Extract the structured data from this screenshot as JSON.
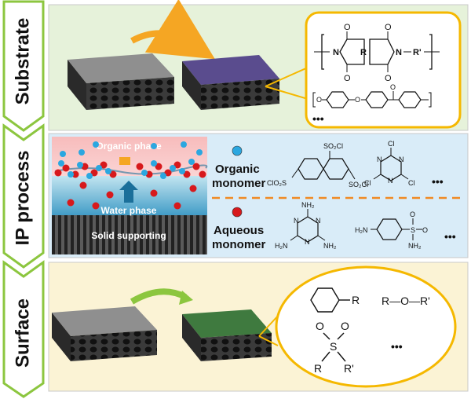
{
  "sections": {
    "substrate": {
      "label": "Substrate"
    },
    "ip": {
      "label": "IP process"
    },
    "surface": {
      "label": "Surface"
    }
  },
  "cell": {
    "organic_phase": "Organic phase",
    "water_phase": "Water phase",
    "solid_supporting": "Solid supporting"
  },
  "legend": {
    "organic_line1": "Organic",
    "organic_line2": "monomer",
    "aqueous_line1": "Aqueous",
    "aqueous_line2": "monomer"
  },
  "chem": {
    "r": "R",
    "r_prime": "R'",
    "n": "N",
    "o": "O",
    "so2cl": "SO₂Cl",
    "clo2s": "ClO₂S",
    "cl": "Cl",
    "nh2": "NH₂",
    "h2n": "H₂N",
    "s": "S",
    "ether": "R—O—R'",
    "ellipsis": "•••"
  },
  "colors": {
    "substrate_bg": "#e6f2da",
    "ip_bg": "#d9ecf8",
    "surface_bg": "#fbf3d5",
    "arrow_green": "#8cc63f",
    "highlight": "#f5b800",
    "organic_dot": "#2ba7e0",
    "aqueous_dot": "#d7191c",
    "substrate_film": "#5a4c8e",
    "surface_film": "#3f7a3f"
  }
}
